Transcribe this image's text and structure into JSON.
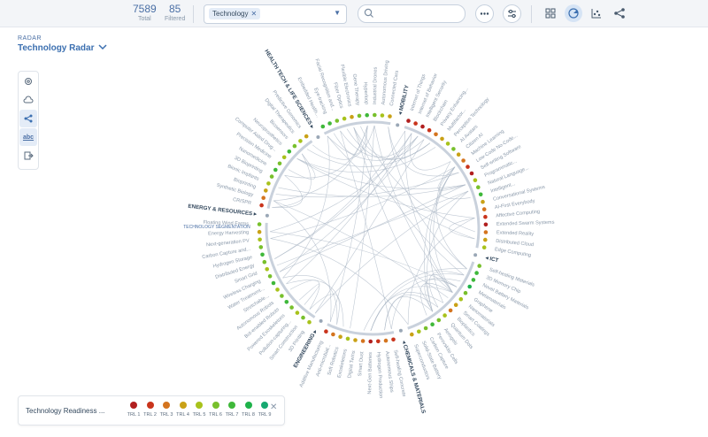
{
  "stats": {
    "total": "7589",
    "total_label": "Total",
    "filtered": "85",
    "filtered_label": "Filtered"
  },
  "filter": {
    "chip": "Technology"
  },
  "icons": {
    "menu": "more-dots-icon",
    "settings": "sliders-icon",
    "grid": "grid-view-icon",
    "radar": "radar-view-icon",
    "chart": "chart-view-icon",
    "network": "network-view-icon"
  },
  "radar": {
    "label": "RADAR",
    "title": "Technology Radar",
    "segmentation": "TECHNOLOGY SEGMENTATION"
  },
  "toolbar": {
    "abc": "abc"
  },
  "legend": {
    "title": "Technology Readiness ...",
    "items": [
      {
        "label": "TRL 1",
        "color": "#b11f1f"
      },
      {
        "label": "TRL 2",
        "color": "#c9341c"
      },
      {
        "label": "TRL 3",
        "color": "#d4741e"
      },
      {
        "label": "TRL 4",
        "color": "#c9a116"
      },
      {
        "label": "TRL 5",
        "color": "#a8c21b"
      },
      {
        "label": "TRL 6",
        "color": "#78c02c"
      },
      {
        "label": "TRL 7",
        "color": "#3fb83a"
      },
      {
        "label": "TRL 8",
        "color": "#1eb24a"
      },
      {
        "label": "TRL 9",
        "color": "#16a870"
      }
    ]
  },
  "segments": [
    {
      "name": "MOBILITY",
      "items": [
        "Embedded Health...",
        "Eye-tracking",
        "Facial Recognition and...",
        "Fiber Optics",
        "Flexible Electronics",
        "Gene Therapy",
        "Hyperloop",
        "Industrial Drones",
        "Autonomous Driving",
        "Connected Cars"
      ],
      "trl": [
        7,
        7,
        6,
        5,
        4,
        6,
        7,
        6,
        5,
        4
      ]
    },
    {
      "name": "ICT",
      "items": [
        "Internet of Things",
        "Internet of Behavior",
        "Intelligent Security",
        "Blockchain",
        "Privacy Enhancing...",
        "Multifactor...",
        "Perception Technology",
        "AI Avatars",
        "Citizen AI",
        "Machine Learning",
        "Low-Code No-Code...",
        "Self-writing Software",
        "Programmatic...",
        "Natural Language...",
        "Intelligent...",
        "Conversational Systems",
        "AI-First Everybody",
        "Affective Computing",
        "Extended Swarm Systems",
        "Extended Reality",
        "Distributed Cloud",
        "Edge Computing"
      ],
      "trl": [
        1,
        2,
        1,
        2,
        3,
        4,
        5,
        6,
        4,
        3,
        2,
        1,
        5,
        6,
        7,
        4,
        3,
        2,
        1,
        3,
        4,
        5
      ]
    },
    {
      "name": "CHEMICALS & MATERIALS",
      "items": [
        "Self-healing Materials",
        "3D Memory Chip",
        "Novel Battery Materials",
        "Metamaterials",
        "Graphene",
        "Nanomaterials",
        "Smart Coatings",
        "Bioplastics",
        "Quantum Dots",
        "Aerogels",
        "Perovskite Cells",
        "Carbon Capture",
        "Solid-State Battery",
        "Superconductors"
      ],
      "trl": [
        6,
        7,
        7,
        8,
        6,
        5,
        4,
        3,
        5,
        6,
        7,
        6,
        5,
        4
      ]
    },
    {
      "name": "ENGINEERING",
      "items": [
        "Self-healing Concrete",
        "Autonomous Ships",
        "Hydrogen Production",
        "Next-Gen Batteries",
        "Smart Dust",
        "Digital Twins",
        "Exoskeletons",
        "Soft Robotics",
        "Anti-microbial...",
        "Additive Manufacturing"
      ],
      "trl": [
        2,
        3,
        2,
        1,
        3,
        4,
        5,
        4,
        3,
        2
      ]
    },
    {
      "name": "ENERGY & RESOURCES",
      "items": [
        "3D Printing",
        "Smart Construction",
        "Pollution-capturing...",
        "Powered Exoskeletons",
        "Bot-enabled Robots",
        "Autonomous Robots",
        "Stretchable...",
        "Water Treatment...",
        "Wireless Charging",
        "Smart Grid",
        "Distributed Energy",
        "Hydrogen Storage",
        "Carbon Capture and...",
        "Next-generation PV",
        "Energy Harvesting",
        "Floating Wind Farms"
      ],
      "trl": [
        5,
        6,
        5,
        6,
        7,
        6,
        5,
        7,
        6,
        5,
        6,
        7,
        6,
        5,
        4,
        6
      ]
    },
    {
      "name": "HEALTH TECH & LIFE SCIENCES",
      "items": [
        "CRISPR",
        "Synthetic Biology",
        "Bioprinting",
        "Bionic Implants",
        "3D Bioprinting",
        "Nanomedicine",
        "Precision Medicine",
        "Computer Aided Drug...",
        "Neuroprosthetics",
        "Biosensors",
        "Digital Therapeutics",
        "Predictive Genomics"
      ],
      "trl": [
        2,
        3,
        4,
        5,
        6,
        7,
        6,
        5,
        7,
        6,
        5,
        4
      ]
    }
  ]
}
